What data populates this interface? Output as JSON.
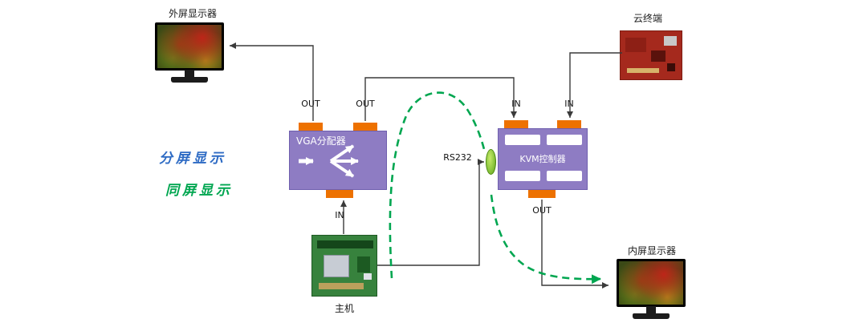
{
  "diagram": {
    "legend": {
      "split_screen_label": "分屏显示",
      "same_screen_label": "同屏显示"
    },
    "nodes": {
      "external_display": {
        "label": "外屏显示器"
      },
      "cloud_terminal": {
        "label": "云终端"
      },
      "vga_splitter": {
        "label": "VGA分配器",
        "ports": {
          "out_left": "OUT",
          "out_right": "OUT",
          "in_bottom": "IN"
        }
      },
      "kvm_controller": {
        "label": "KVM控制器",
        "ports": {
          "in_left": "IN",
          "in_right": "IN",
          "out_bottom": "OUT"
        }
      },
      "host": {
        "label": "主机"
      },
      "internal_display": {
        "label": "内屏显示器"
      }
    },
    "connections": {
      "rs232_label": "RS232"
    },
    "colors": {
      "device_purple": "#8E7CC3",
      "port_orange": "#ED7100",
      "connector_green": "#8DC63F",
      "split_screen_blue": "#2E6BC4",
      "same_screen_green": "#00A650",
      "wire_black": "#3a3a3a"
    }
  }
}
